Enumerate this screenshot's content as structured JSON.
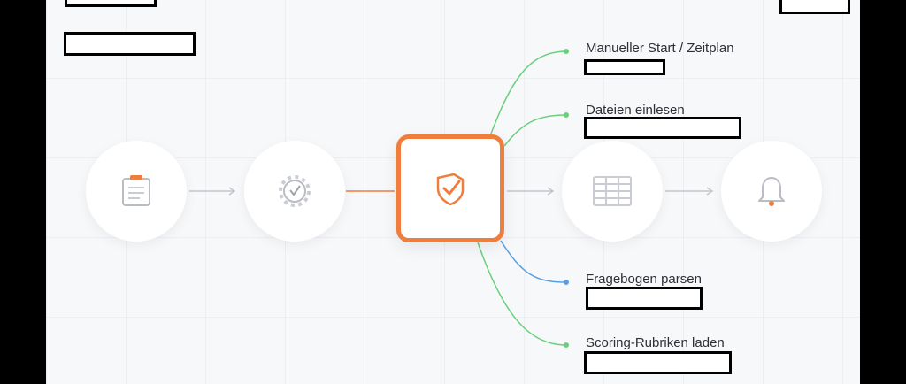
{
  "branches": [
    {
      "label": "Manueller Start / Zeitplan",
      "color": "#6acf7d"
    },
    {
      "label": "Dateien einlesen",
      "color": "#6acf7d"
    },
    {
      "label": "Fragebogen parsen",
      "color": "#5b9fe0"
    },
    {
      "label": "Scoring-Rubriken laden",
      "color": "#6acf7d"
    }
  ],
  "nodes": [
    {
      "icon": "clipboard-icon"
    },
    {
      "icon": "gear-check-icon"
    },
    {
      "icon": "shield-check-icon"
    },
    {
      "icon": "table-grid-icon"
    },
    {
      "icon": "bell-icon"
    }
  ],
  "colors": {
    "accent": "#ef7d3c",
    "green": "#6acf7d",
    "blue": "#5b9fe0",
    "icon_gray": "#b9bcc3",
    "arrow_gray": "#c3c6cc"
  }
}
